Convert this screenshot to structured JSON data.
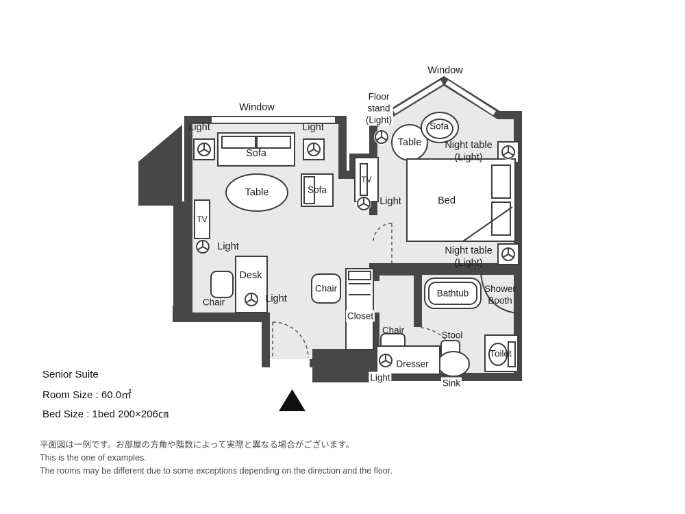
{
  "colors": {
    "wall": "#474747",
    "floor": "#e9e9e9",
    "outline": "#3e3e3e"
  },
  "labels": {
    "window": "Window",
    "light": "Light",
    "sofa": "Sofa",
    "table": "Table",
    "tv": "TV",
    "desk": "Desk",
    "chair": "Chair",
    "closet": "Closet",
    "floor_stand_line1": "Floor",
    "floor_stand_line2": "stand",
    "floor_stand_line3": "(Light)",
    "night_table_line1": "Night table",
    "night_table_line2": "(Light)",
    "bed": "Bed",
    "bathtub": "Bathtub",
    "shower_line1": "Shower",
    "shower_line2": "Booth",
    "stool": "Stool",
    "toilet": "Toilet",
    "sink": "Sink",
    "dresser": "Dresser"
  },
  "info": {
    "title": "Senior Suite",
    "room_size": "Room Size : 60.0㎡",
    "bed_size": "Bed Size : 1bed 200×206㎝"
  },
  "footer": {
    "jp": "平面図は一例です。お部屋の方角や階数によって実際と異なる場合がございます。",
    "en1": "This is the one of examples.",
    "en2": "The rooms may be different due to some exceptions depending on the direction and the floor."
  }
}
